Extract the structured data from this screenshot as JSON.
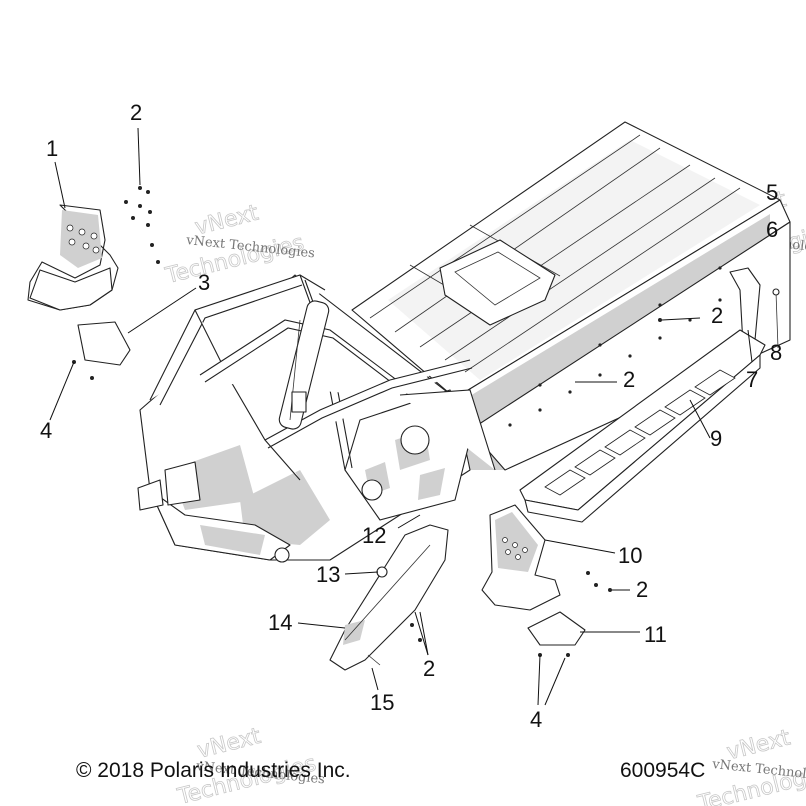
{
  "callouts": [
    {
      "id": "c1",
      "label": "1"
    },
    {
      "id": "c2a",
      "label": "2"
    },
    {
      "id": "c3",
      "label": "3"
    },
    {
      "id": "c4a",
      "label": "4"
    },
    {
      "id": "c5",
      "label": "5"
    },
    {
      "id": "c6",
      "label": "6"
    },
    {
      "id": "c2b",
      "label": "2"
    },
    {
      "id": "c2c",
      "label": "2"
    },
    {
      "id": "c7",
      "label": "7"
    },
    {
      "id": "c8",
      "label": "8"
    },
    {
      "id": "c9",
      "label": "9"
    },
    {
      "id": "c12",
      "label": "12"
    },
    {
      "id": "c10",
      "label": "10"
    },
    {
      "id": "c13",
      "label": "13"
    },
    {
      "id": "c2d",
      "label": "2"
    },
    {
      "id": "c14",
      "label": "14"
    },
    {
      "id": "c11",
      "label": "11"
    },
    {
      "id": "c2e",
      "label": "2"
    },
    {
      "id": "c15",
      "label": "15"
    },
    {
      "id": "c4b",
      "label": "4"
    }
  ],
  "footer": {
    "copyright": "© 2018 Polaris Industries Inc.",
    "diagram_number": "600954C"
  },
  "watermark": {
    "line1": "vNext",
    "line2": "Technologies",
    "caption": "vNext Technologies"
  }
}
